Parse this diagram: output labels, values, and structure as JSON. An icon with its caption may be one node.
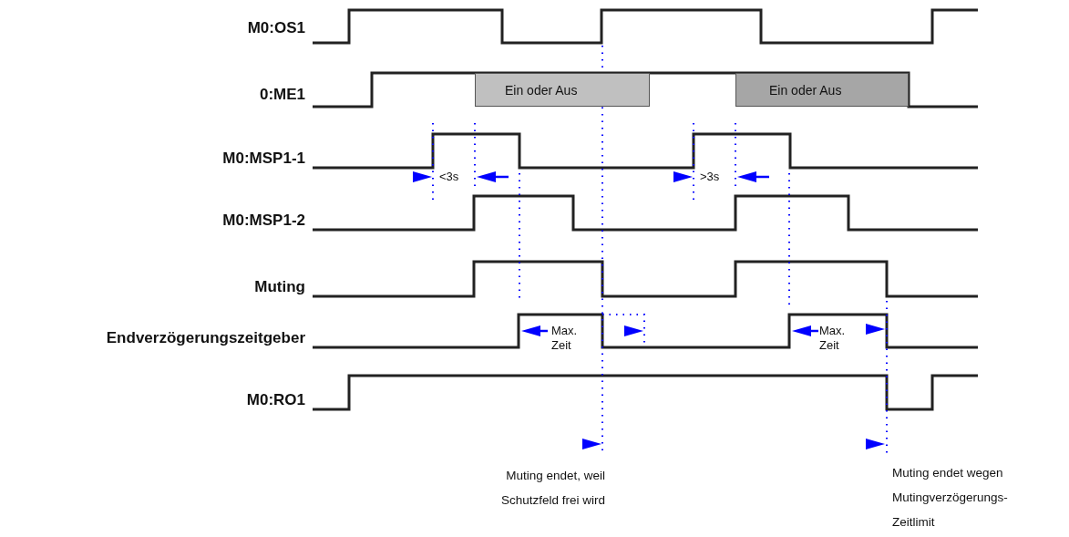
{
  "diagram": {
    "nodes": [
      {
        "text": [
          "Ein oder Aus"
        ]
      },
      {
        "text": [
          "Ein oder Aus"
        ]
      }
    ],
    "labels": [
      "M0:OS1",
      "0:ME1",
      "M0:MSP1-1",
      "M0:MSP1-2",
      "Muting",
      "Endverzögerungszeitgeber",
      "M0:RO1",
      "<3s",
      ">3s",
      "Max. Zeit",
      "Max. Zeit",
      "Muting endet, weil Schutzfeld frei wird",
      "Muting endet wegen Mutingverzögerungs- Zeitlimit"
    ]
  }
}
